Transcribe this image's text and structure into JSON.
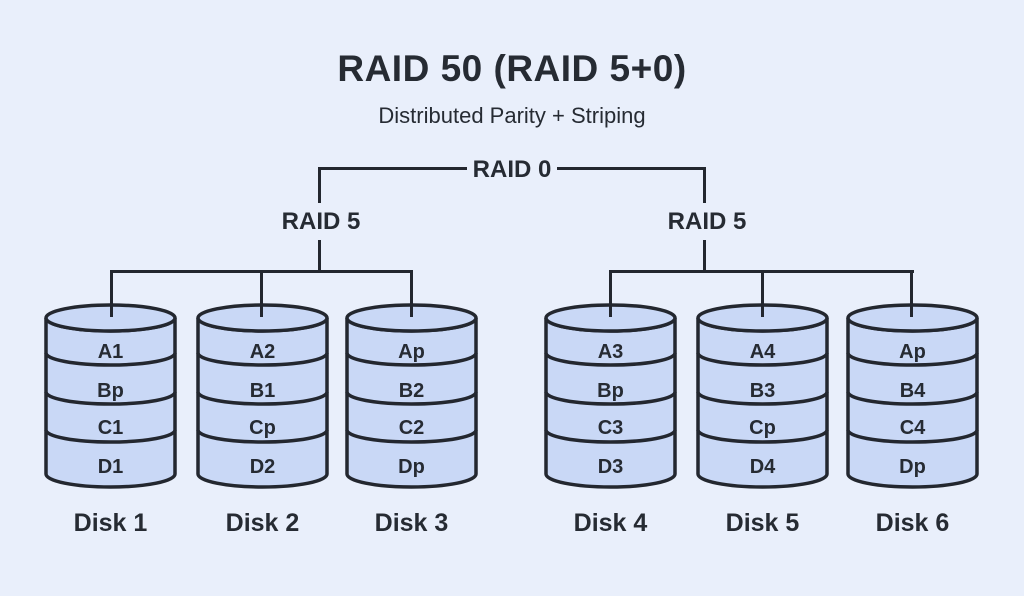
{
  "title": "RAID 50 (RAID 5+0)",
  "subtitle": "Distributed Parity + Striping",
  "tree": {
    "root_label": "RAID 0",
    "groups": [
      {
        "label": "RAID 5",
        "disks": [
          {
            "name": "Disk 1",
            "segments": [
              "A1",
              "Bp",
              "C1",
              "D1"
            ]
          },
          {
            "name": "Disk 2",
            "segments": [
              "A2",
              "B1",
              "Cp",
              "D2"
            ]
          },
          {
            "name": "Disk 3",
            "segments": [
              "Ap",
              "B2",
              "C2",
              "Dp"
            ]
          }
        ]
      },
      {
        "label": "RAID 5",
        "disks": [
          {
            "name": "Disk 4",
            "segments": [
              "A3",
              "Bp",
              "C3",
              "D3"
            ]
          },
          {
            "name": "Disk 5",
            "segments": [
              "A4",
              "B3",
              "Cp",
              "D4"
            ]
          },
          {
            "name": "Disk 6",
            "segments": [
              "Ap",
              "B4",
              "C4",
              "Dp"
            ]
          }
        ]
      }
    ]
  },
  "colors": {
    "background": "#e9effb",
    "cylinder_fill": "#c9d8f6",
    "line": "#23272f",
    "text": "#262b33"
  }
}
